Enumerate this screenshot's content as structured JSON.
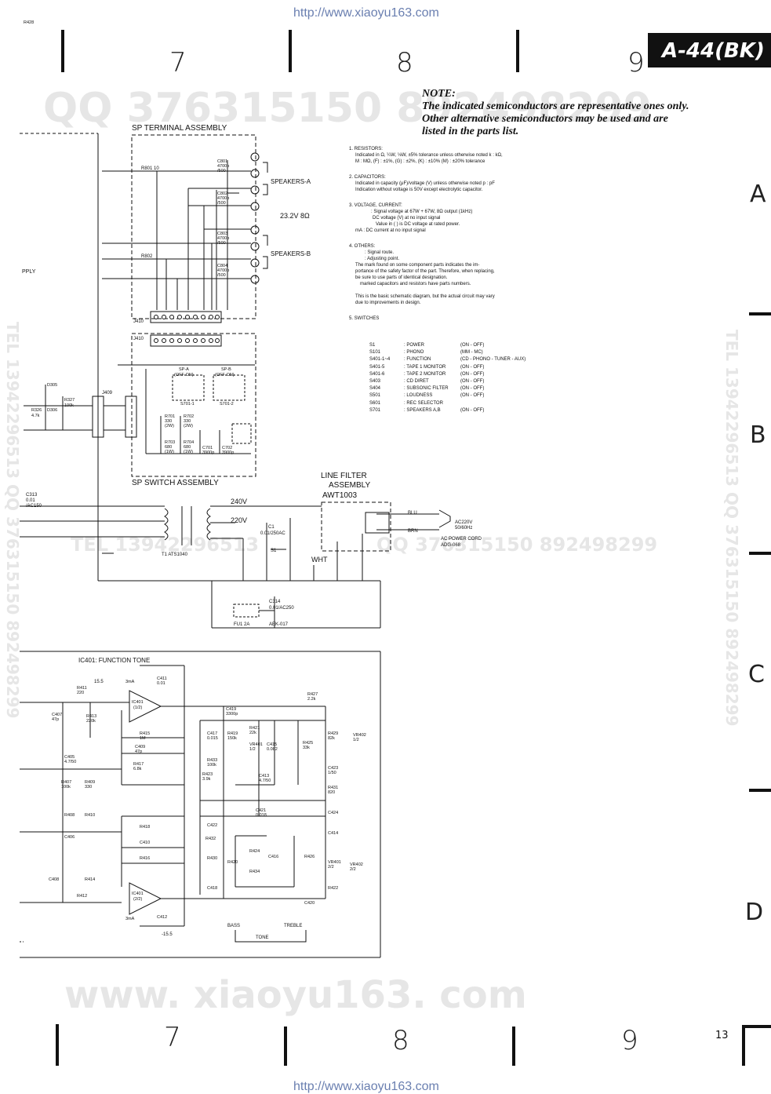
{
  "header": {
    "source_url": "http://www.xiaoyu163.com",
    "model": "A-44(BK)",
    "watermark_top": "QQ 376315150 892498299",
    "watermark_side": "TEL 13942296513 QQ 376315150 892498299",
    "watermark_mid_left": "TEL 13942296513",
    "watermark_mid_right": "QQ 376315150 892498299",
    "watermark_bottom": "www. xiaoyu163. com"
  },
  "grid": {
    "columns": [
      "7",
      "8",
      "9"
    ],
    "rows": [
      "A",
      "B",
      "C",
      "D"
    ]
  },
  "notes": {
    "title": "NOTE:",
    "lines": [
      "The indicated semiconductors are representative ones only.",
      "Other alternative semiconductors may be used and are",
      "listed in the parts list."
    ],
    "resistors_h": "1. RESISTORS:",
    "resistors_1": "Indicated in Ω, ¼W, ⅛W, ±5% tolerance unless otherwise noted k : kΩ,",
    "resistors_2": "M : MΩ, (F) : ±1%, (G) : ±2%, (K) : ±10% (M) : ±20% tolerance",
    "capacitors_h": "2. CAPACITORS:",
    "capacitors_1": "Indicated in capacity (μF)/voltage (V) unless otherwise noted p : pF",
    "capacitors_2": "Indication without voltage is 50V except electrolytic capacitor.",
    "voltage_h": "3. VOLTAGE, CURRENT:",
    "voltage_1": ": Signal voltage at 67W + 67W, 8Ω output (1kHz)",
    "voltage_2": "DC voltage (V) at no input signal",
    "voltage_3": "Value in (    ) is DC voltage at rated power.",
    "voltage_4": "mA : DC current at no input signal",
    "others_h": "4. OTHERS:",
    "others_1": ": Signal route.",
    "others_2": ": Adjusting point.",
    "others_3": "The      mark found on some component parts indicates the im-",
    "others_4": "portance of the safety factor of the part. Therefore, when replacing,",
    "others_5": "be sure to use parts of identical designation.",
    "others_6": "marked capacitors and resistors have parts numbers.",
    "others_7": "This is the basic schematic diagram, but the actual circuit may vary",
    "others_8": "due to improvements in design.",
    "switches_h": "5. SWITCHES",
    "switches": [
      {
        "id": "S1",
        "name": ": POWER",
        "pos": "(ON - OFF)"
      },
      {
        "id": "S101",
        "name": ": PHONO",
        "pos": "(MM - MC)"
      },
      {
        "id": "S401-1~4",
        "name": ": FUNCTION",
        "pos": "(CD - PHONO - TUNER - AUX)"
      },
      {
        "id": "S401-5",
        "name": ": TAPE 1 MONITOR",
        "pos": "(ON - OFF)"
      },
      {
        "id": "S401-6",
        "name": ": TAPE 2 MONITOR",
        "pos": "(ON - OFF)"
      },
      {
        "id": "S403",
        "name": ": CD DIRET",
        "pos": "(ON - OFF)"
      },
      {
        "id": "S404",
        "name": ": SUBSONIC FILTER",
        "pos": "(ON - OFF)"
      },
      {
        "id": "S501",
        "name": ": LOUDNESS",
        "pos": "(ON - OFF)"
      },
      {
        "id": "S601",
        "name": ": REC SELECTOR",
        "pos": ""
      },
      {
        "id": "S701",
        "name": ": SPEAKERS A,B",
        "pos": "(ON - OFF)"
      }
    ]
  },
  "schematic": {
    "sp_terminal": "SP TERMINAL ASSEMBLY",
    "sp_switch": "SP SWITCH ASSEMBLY",
    "speakers_a": "SPEAKERS-A",
    "speakers_b": "SPEAKERS-B",
    "voltage_label": "23.2V 8Ω",
    "supply": "PPLY",
    "line_filter_1": "LINE FILTER",
    "line_filter_2": "ASSEMBLY",
    "line_filter_3": "AWT1003",
    "v240": "240V",
    "v220": "220V",
    "wht": "WHT",
    "blu": "BLU",
    "brn": "BRN",
    "ac_in": "AC220V",
    "ac_freq": "50/60Hz",
    "ac_cord": "AC POWER CORD",
    "ac_cord_no": "ADG-068",
    "transformer": "T1  ATS1040",
    "fuse": "FU1  2A",
    "fuse_no": "AEK-017",
    "c1": "C1",
    "c1_val": "0.01/250AC",
    "c314": "C314",
    "c314_val": "0.01/AC250",
    "s1": "S1",
    "c313": "C313",
    "c313_val": "0.01",
    "c313_v": "/AC150",
    "r801": "R801 10",
    "r802": "R802",
    "c801": "C801",
    "c801_v": "4700p",
    "c801_w": "/500",
    "c802": "C802",
    "c802_v": "4700p",
    "c802_w": "/500",
    "c803": "C803",
    "c803_v": "4700p",
    "c803_w": "/500",
    "c804": "C804",
    "c804_v": "4700p",
    "c804_w": "/500",
    "j410": "J410",
    "j409": "J409",
    "spa": "SP-A",
    "spa_pos": "(OFF-ON)",
    "spb": "SP-B",
    "spb_pos": "(OFF-ON)",
    "s701_1": "S701-1",
    "s701_2": "S701-2",
    "r701": "R701",
    "r701_v": "330",
    "r701_w": "(2W)",
    "r702": "R702",
    "r702_v": "330",
    "r702_w": "(2W)",
    "r703": "R703",
    "r703_v": "680",
    "r703_w": "(1W)",
    "r704": "R704",
    "r704_v": "680",
    "r704_w": "(1W)",
    "c701": "C701",
    "c701_v": "3900p",
    "c702": "C702",
    "c702_v": "3900p",
    "d305": "D305",
    "d306": "D306",
    "r327": "R327",
    "r327_v": "100k",
    "r326": "R326",
    "r326_v": "4.7k",
    "tone_title": "IC401: FUNCTION TONE",
    "plus155": "15.5",
    "minus155": "-15.5",
    "bass": "BASS",
    "treble": "TREBLE",
    "tone": "TONE",
    "ic401a": "IC401",
    "ic401a_half": "(1/2)",
    "ic401b": "IC401",
    "ic401b_half": "(2/2)",
    "ma3": "3mA",
    "parts": [
      {
        "ref": "C411",
        "val": "0.01"
      },
      {
        "ref": "R411",
        "val": "220"
      },
      {
        "ref": "C407",
        "val": "47p"
      },
      {
        "ref": "R413",
        "val": "220k"
      },
      {
        "ref": "R415",
        "val": "1M"
      },
      {
        "ref": "C409",
        "val": "47p"
      },
      {
        "ref": "R417",
        "val": "6.8k"
      },
      {
        "ref": "C405",
        "val": "4.7/50"
      },
      {
        "ref": "R407",
        "val": "100k"
      },
      {
        "ref": "R409",
        "val": "330"
      },
      {
        "ref": "R408",
        "val": ""
      },
      {
        "ref": "R410",
        "val": ""
      },
      {
        "ref": "C406",
        "val": ""
      },
      {
        "ref": "R418",
        "val": ""
      },
      {
        "ref": "C410",
        "val": ""
      },
      {
        "ref": "R416",
        "val": ""
      },
      {
        "ref": "C408",
        "val": ""
      },
      {
        "ref": "R414",
        "val": ""
      },
      {
        "ref": "R412",
        "val": ""
      },
      {
        "ref": "C412",
        "val": ""
      },
      {
        "ref": "R427",
        "val": "2.2k"
      },
      {
        "ref": "C419",
        "val": "3300p"
      },
      {
        "ref": "R421",
        "val": "22k"
      },
      {
        "ref": "C417",
        "val": "0.015"
      },
      {
        "ref": "R419",
        "val": "150k"
      },
      {
        "ref": "VR401",
        "val": "1/2"
      },
      {
        "ref": "C415",
        "val": "0.082"
      },
      {
        "ref": "R425",
        "val": "33k"
      },
      {
        "ref": "R429",
        "val": "82k"
      },
      {
        "ref": "VR402",
        "val": "1/2"
      },
      {
        "ref": "R433",
        "val": "100k"
      },
      {
        "ref": "R423",
        "val": "3.9k"
      },
      {
        "ref": "C413",
        "val": "4.7/50"
      },
      {
        "ref": "C423",
        "val": "1/50"
      },
      {
        "ref": "R431",
        "val": "820"
      },
      {
        "ref": "C421",
        "val": "0.018"
      },
      {
        "ref": "C424",
        "val": ""
      },
      {
        "ref": "C422",
        "val": ""
      },
      {
        "ref": "C414",
        "val": ""
      },
      {
        "ref": "R432",
        "val": ""
      },
      {
        "ref": "R424",
        "val": ""
      },
      {
        "ref": "C416",
        "val": ""
      },
      {
        "ref": "R426",
        "val": ""
      },
      {
        "ref": "R430",
        "val": ""
      },
      {
        "ref": "R420",
        "val": ""
      },
      {
        "ref": "VR401",
        "val": "2/2"
      },
      {
        "ref": "VR402",
        "val": "2/2"
      },
      {
        "ref": "R434",
        "val": ""
      },
      {
        "ref": "C418",
        "val": ""
      },
      {
        "ref": "R422",
        "val": ""
      },
      {
        "ref": "C420",
        "val": ""
      },
      {
        "ref": "R428",
        "val": ""
      }
    ]
  },
  "footer": {
    "page": "13"
  }
}
